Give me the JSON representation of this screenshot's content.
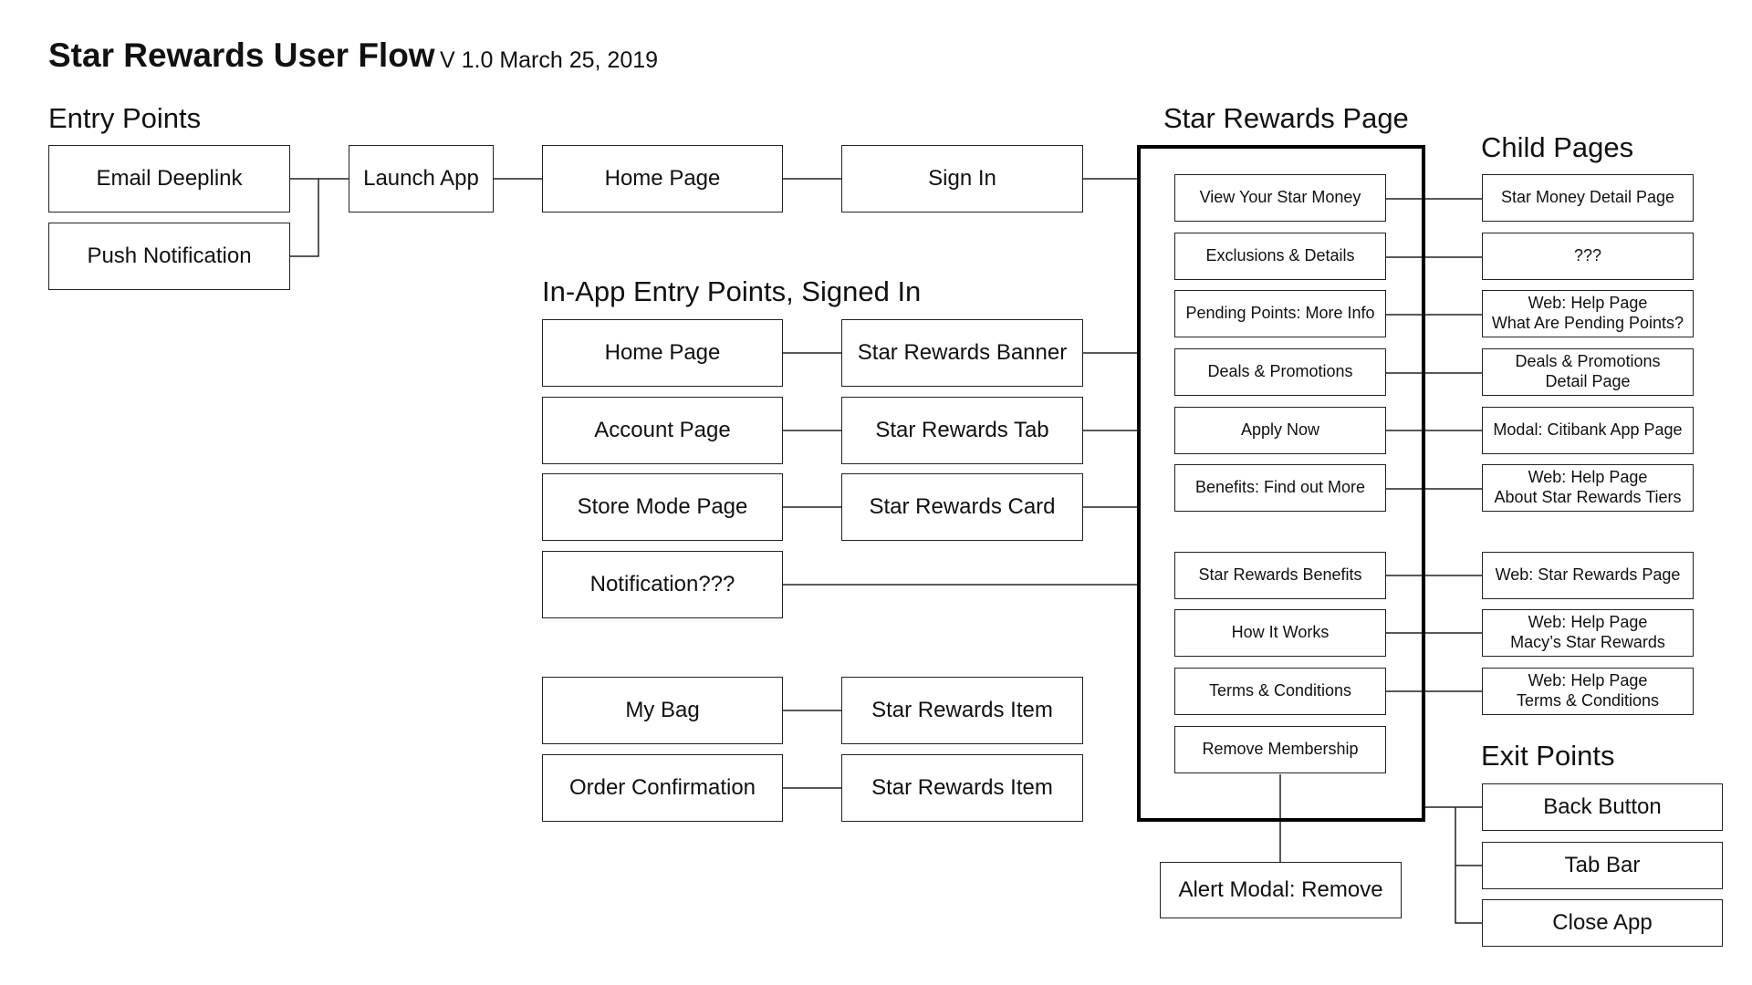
{
  "title": "Star Rewards User Flow",
  "version": "V 1.0 March 25, 2019",
  "headings": {
    "entry_points": "Entry Points",
    "in_app": "In-App Entry Points, Signed In",
    "star_rewards_page": "Star Rewards Page",
    "child_pages": "Child Pages",
    "exit_points": "Exit Points"
  },
  "entry": {
    "email_deeplink": "Email Deeplink",
    "push_notification": "Push Notification",
    "launch_app": "Launch App",
    "home_page": "Home Page",
    "sign_in": "Sign In"
  },
  "in_app": {
    "home_page": "Home Page",
    "star_rewards_banner": "Star Rewards Banner",
    "account_page": "Account Page",
    "star_rewards_tab": "Star Rewards Tab",
    "store_mode_page": "Store Mode Page",
    "star_rewards_card": "Star Rewards Card",
    "notification": "Notification???",
    "my_bag": "My Bag",
    "star_rewards_item_1": "Star Rewards Item",
    "order_confirmation": "Order Confirmation",
    "star_rewards_item_2": "Star Rewards Item"
  },
  "page_sections": [
    "View Your Star Money",
    "Exclusions & Details",
    "Pending Points: More Info",
    "Deals & Promotions",
    "Apply Now",
    "Benefits: Find out More",
    "Star Rewards Benefits",
    "How It Works",
    "Terms & Conditions",
    "Remove Membership"
  ],
  "alert_modal": "Alert Modal: Remove",
  "child_pages": [
    [
      "Star Money Detail Page"
    ],
    [
      "???"
    ],
    [
      "Web: Help Page",
      "What Are Pending Points?"
    ],
    [
      "Deals & Promotions",
      "Detail Page"
    ],
    [
      "Modal: Citibank App Page"
    ],
    [
      "Web: Help Page",
      "About Star Rewards Tiers"
    ],
    [
      "Web: Star Rewards Page"
    ],
    [
      "Web: Help Page",
      "Macy’s Star Rewards"
    ],
    [
      "Web: Help Page",
      "Terms & Conditions"
    ]
  ],
  "exit_points": [
    "Back Button",
    "Tab Bar",
    "Close App"
  ]
}
